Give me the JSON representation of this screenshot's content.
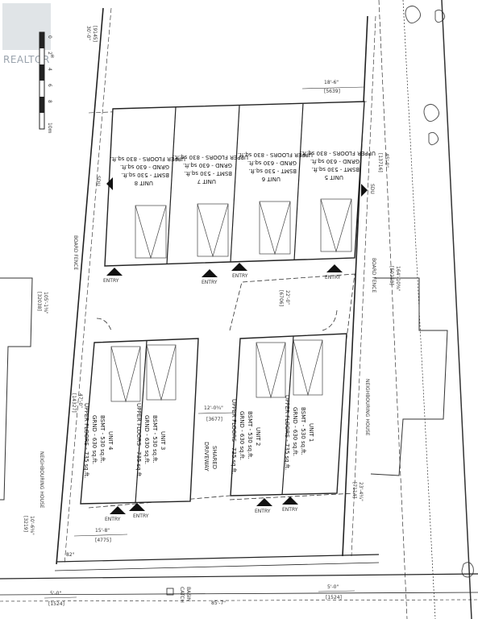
{
  "watermark": {
    "brand": "REALTOR",
    "mark": "®"
  },
  "units_top": [
    {
      "name": "UNIT 8",
      "bsmt": "BSMT - 530 sq.ft.",
      "grnd": "GRND - 630 sq.ft.",
      "upper": "UPPER FLOORS - 830 sq.ft."
    },
    {
      "name": "UNIT 7",
      "bsmt": "BSMT - 530 sq.ft.",
      "grnd": "GRND - 630 sq.ft.",
      "upper": "UPPER FLOORS - 830 sq.ft."
    },
    {
      "name": "UNIT 6",
      "bsmt": "BSMT - 530 sq.ft.",
      "grnd": "GRND - 630 sq.ft.",
      "upper": "UPPER FLOORS - 830 sq.ft."
    },
    {
      "name": "UNIT 5",
      "bsmt": "BSMT - 530 sq.ft.",
      "grnd": "GRND - 630 sq.ft.",
      "upper": "UPPER FLOORS - 830 sq.ft."
    }
  ],
  "units_bottom": [
    {
      "name": "UNIT 4",
      "bsmt": "BSMT - 530 sq.ft.",
      "grnd": "GRND - 630 sq.ft.",
      "upper": "UPPER FLOORS - 735 sq.ft."
    },
    {
      "name": "UNIT 3",
      "bsmt": "BSMT - 530 sq.ft.",
      "grnd": "GRND - 630 sq.ft.",
      "upper": "UPPER FLOORS - 735 sq.ft."
    },
    {
      "name": "UNIT 2",
      "bsmt": "BSMT - 530 sq.ft.",
      "grnd": "GRND - 630 sq.ft.",
      "upper": "UPPER FLOORS - 735 sq.ft."
    },
    {
      "name": "UNIT 1",
      "bsmt": "BSMT - 530 sq.ft.",
      "grnd": "GRND - 630 sq.ft.",
      "upper": "UPPER FLOORS - 735 sq.ft."
    }
  ],
  "labels": {
    "entry": "ENTRY",
    "sdu": "SDU",
    "board_fence": "BOARD FENCE",
    "neighbouring_house": "NEIGHBOURING HOUSE",
    "shared": "SHARED",
    "driveway": "DRIVEWAY",
    "catch_basin_1": "CATCH",
    "catch_basin_2": "BASIN"
  },
  "dimensions": {
    "top_30": "30'-0\"",
    "top_30_mm": "[9145]",
    "w_18_6": "18'-6\"",
    "w_18_6_mm": "[5639]",
    "d_45": "45'-0\"",
    "d_45_mm": "[13716]",
    "d_22": "22'-0\"",
    "d_22_mm": "[6706]",
    "d_47": "47'-0\"",
    "d_47_mm": "[14327]",
    "w_12": "12'-0¾\"",
    "w_12_mm": "[3677]",
    "w_15_8": "15'-8\"",
    "w_15_8_mm": "[4775]",
    "w_23": "23'-4¼\"",
    "w_23_mm": "[7114]",
    "left_105": "105'-1⅜\"",
    "left_105_mm": "[32038]",
    "right_164": "164'-10⅝\"",
    "right_164_mm": "[50258]",
    "left_10": "10'-6⅛\"",
    "left_10_mm": "[3219]",
    "angle_82": "82°",
    "front_5_left": "5'-0\"",
    "front_5_left_mm": "[1524]",
    "front_5_right": "5'-0\"",
    "front_5_right_mm": "[1524]",
    "front_85": "85'-7\""
  },
  "scale_marks": [
    "0",
    "2",
    "4",
    "6",
    "8",
    "10m"
  ]
}
